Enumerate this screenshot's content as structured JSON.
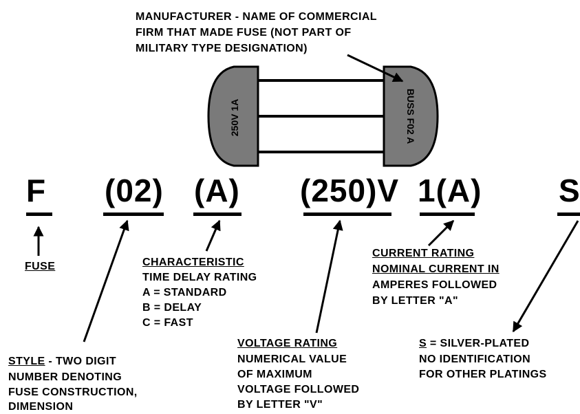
{
  "manufacturer_note": {
    "lines": [
      "MANUFACTURER - NAME OF COMMERCIAL",
      "FIRM THAT MADE FUSE (NOT PART OF",
      "MILITARY TYPE DESIGNATION)"
    ]
  },
  "fuse_markings": {
    "left_cap": "250V 1A",
    "right_cap": "BUSS F02 A"
  },
  "designation": {
    "parts": [
      "F",
      "(02)",
      "(A)",
      "(250)V",
      "1(A)",
      "S"
    ]
  },
  "fuse_label": {
    "title": "FUSE"
  },
  "characteristic": {
    "title": "CHARACTERISTIC",
    "lines": [
      "TIME DELAY RATING",
      "A = STANDARD",
      "B = DELAY",
      "C = FAST"
    ]
  },
  "current_rating": {
    "title": "CURRENT RATING",
    "lines": [
      "NOMINAL CURRENT IN",
      "AMPERES FOLLOWED",
      "BY LETTER \"A\""
    ]
  },
  "style": {
    "title": "STYLE",
    "first_line_rest": " - TWO DIGIT",
    "lines": [
      "NUMBER DENOTING",
      "FUSE CONSTRUCTION,",
      "DIMENSION"
    ]
  },
  "voltage_rating": {
    "title": "VOLTAGE RATING",
    "lines": [
      "NUMERICAL VALUE",
      "OF MAXIMUM",
      "VOLTAGE FOLLOWED",
      "BY LETTER \"V\""
    ]
  },
  "plating": {
    "title": "S",
    "first_line_rest": " = SILVER-PLATED",
    "lines": [
      "NO IDENTIFICATION",
      "FOR OTHER PLATINGS"
    ]
  }
}
